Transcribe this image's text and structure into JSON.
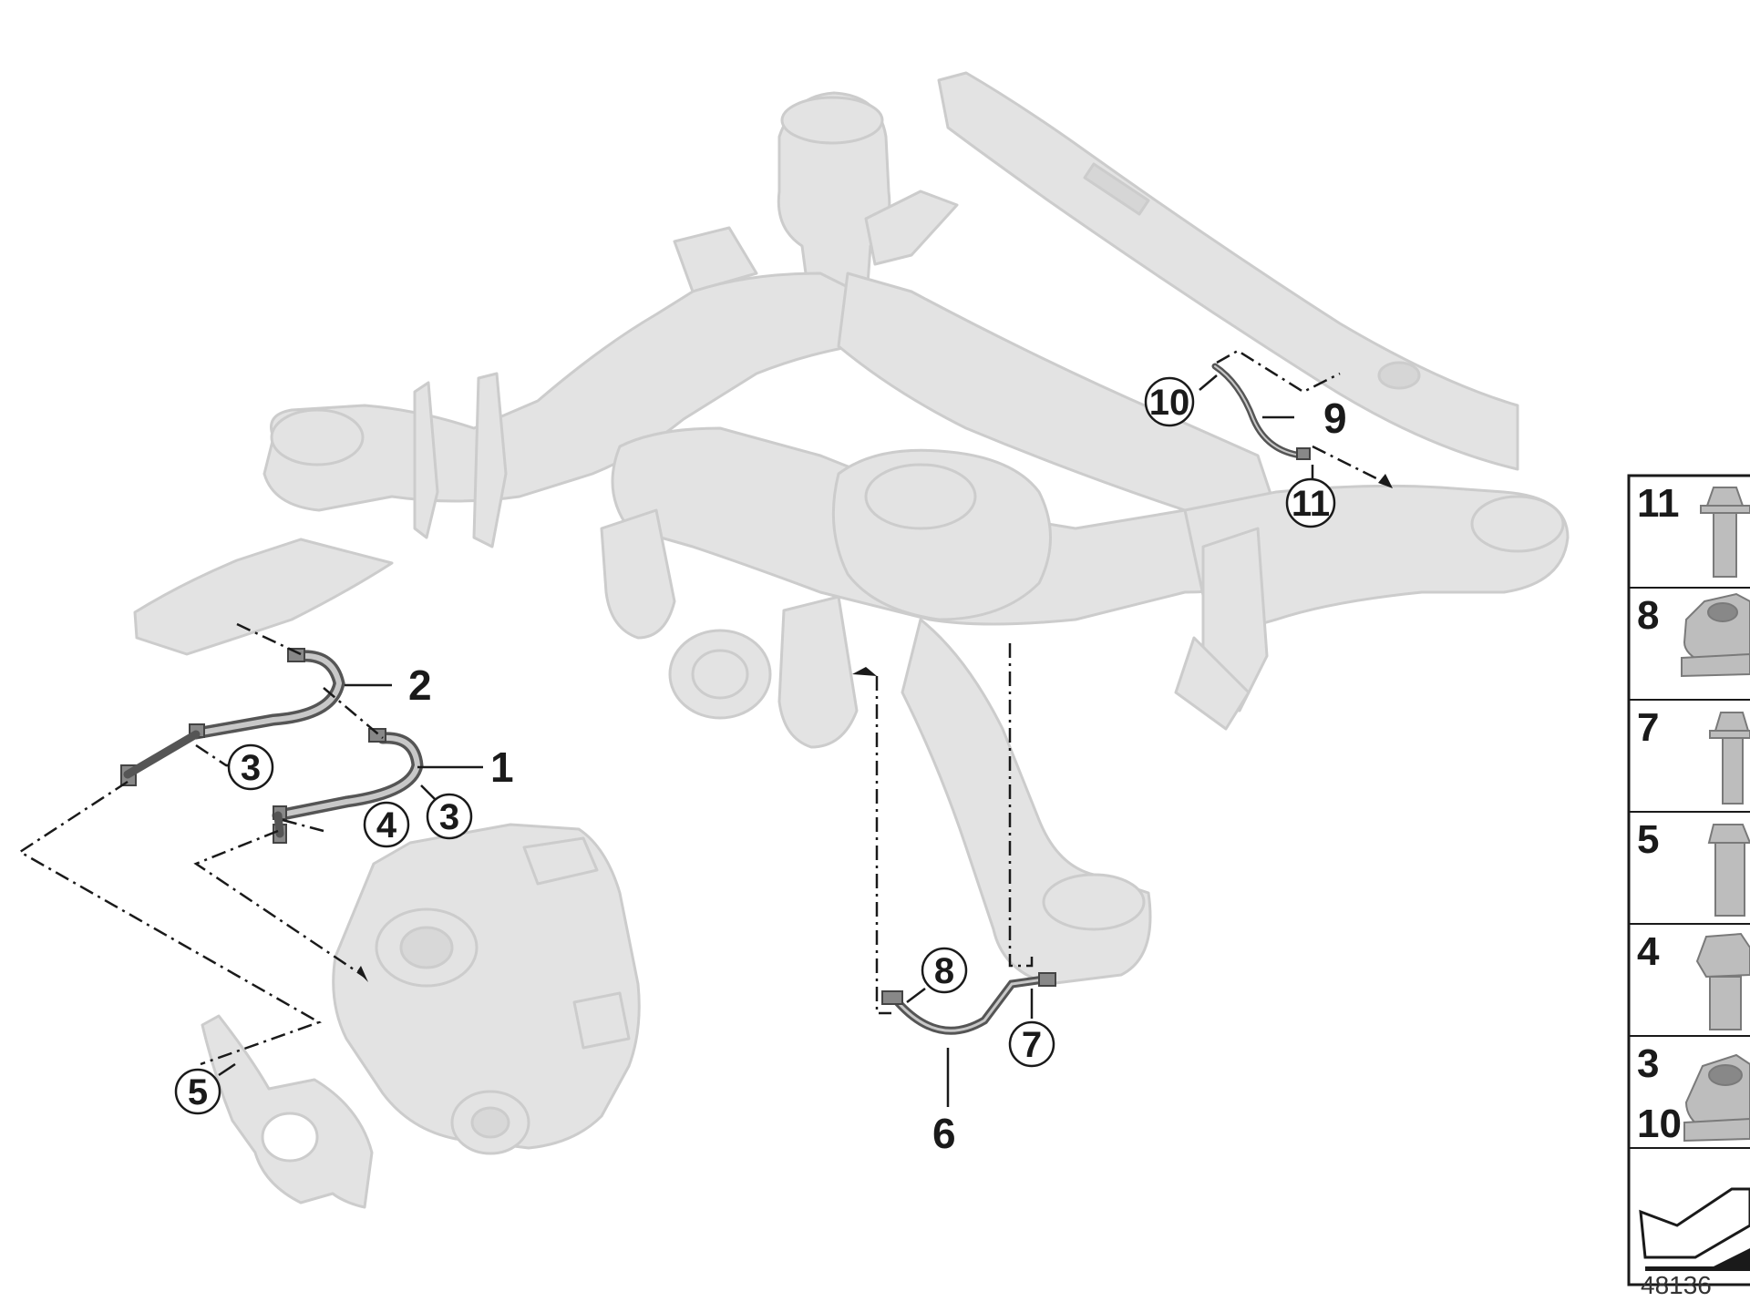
{
  "colors": {
    "ghost": "#e2e2e2",
    "ghost_stroke": "#cfcfcf",
    "part": "#555555",
    "ink": "#1a1a1a"
  },
  "callouts": {
    "c3a": "3",
    "c3b": "3",
    "c4": "4",
    "c5": "5",
    "c7": "7",
    "c8": "8",
    "c10": "10",
    "c11": "11"
  },
  "labels": {
    "l1": "1",
    "l2": "2",
    "l6": "6",
    "l9": "9"
  },
  "legend": [
    {
      "label": "11",
      "icon": "flange-bolt-icon"
    },
    {
      "label": "8",
      "icon": "flange-nut-icon"
    },
    {
      "label": "7",
      "icon": "flange-bolt-icon"
    },
    {
      "label": "5",
      "icon": "hex-bolt-icon"
    },
    {
      "label": "4",
      "icon": "hex-bolt-icon"
    },
    {
      "label": "3",
      "label2": "10",
      "icon": "hex-nut-icon"
    }
  ],
  "diagram_id": "48136"
}
